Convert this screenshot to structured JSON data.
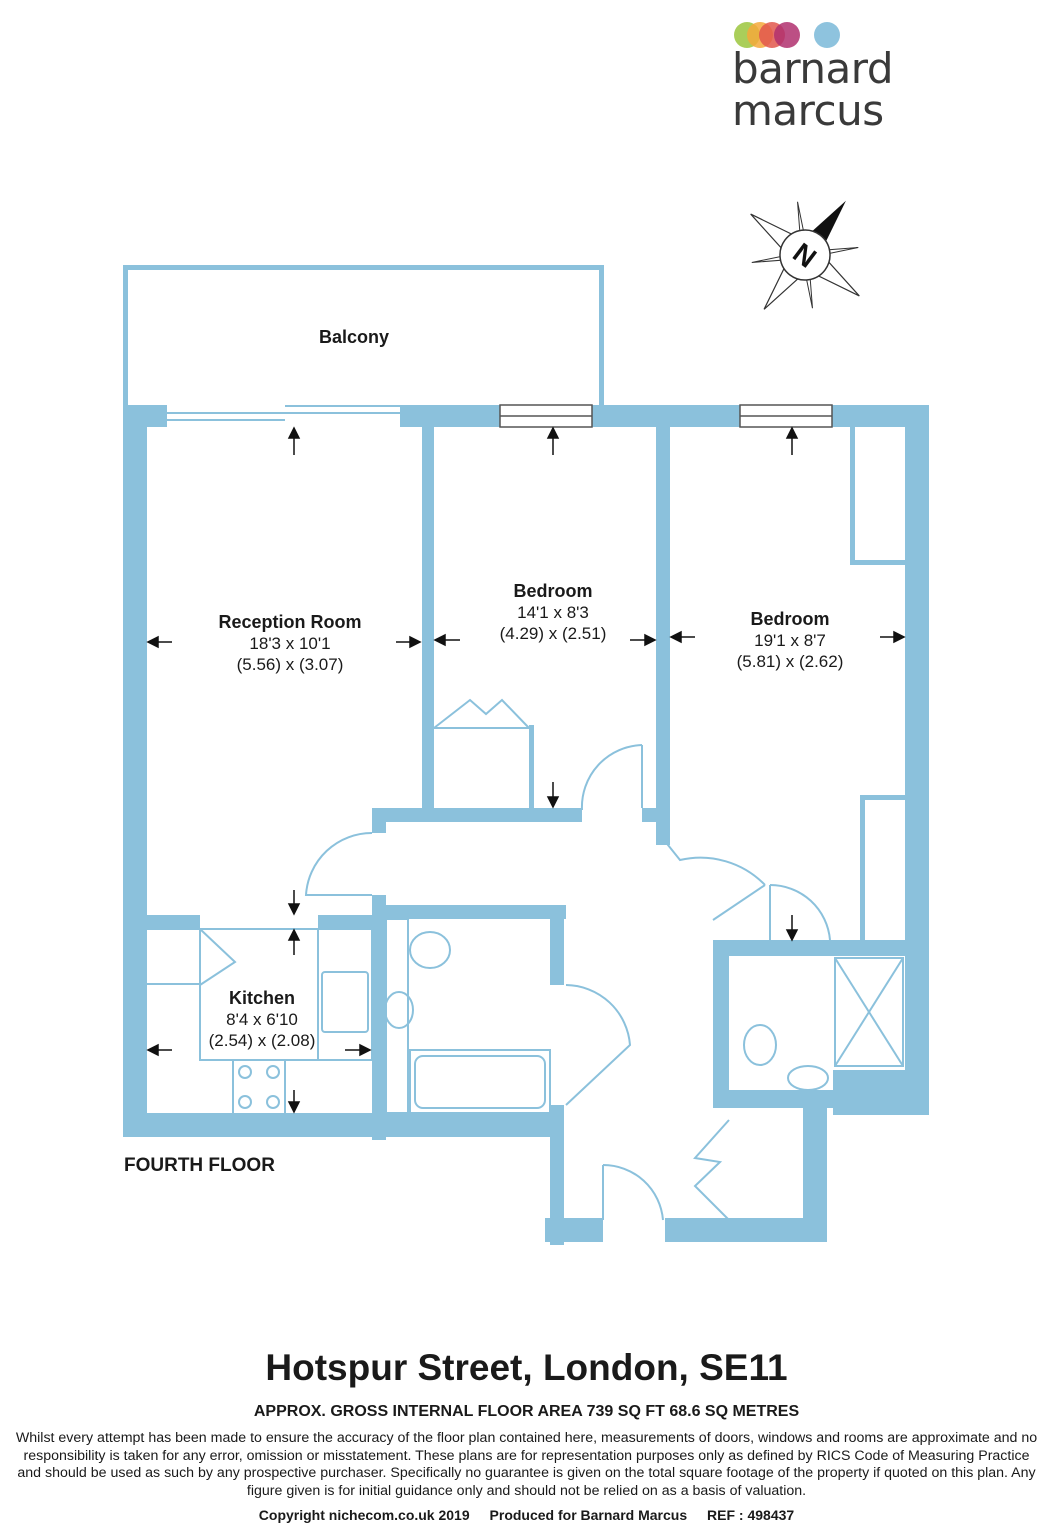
{
  "brand": {
    "name": "barnard marcus",
    "dot_colors": [
      "#9bc53d",
      "#f4a93b",
      "#e2574c",
      "#b0306e",
      "#8ec3de"
    ]
  },
  "compass": {
    "label": "N",
    "icon": "north-compass-icon"
  },
  "colors": {
    "wall": "#8bc1dc",
    "line": "#8bc1dc",
    "text": "#1a1a1a"
  },
  "rooms": {
    "balcony": {
      "name": "Balcony"
    },
    "reception": {
      "name": "Reception Room",
      "imperial": "18'3 x 10'1",
      "metric": "(5.56) x (3.07)"
    },
    "bedroom1": {
      "name": "Bedroom",
      "imperial": "14'1 x 8'3",
      "metric": "(4.29) x (2.51)"
    },
    "bedroom2": {
      "name": "Bedroom",
      "imperial": "19'1 x 8'7",
      "metric": "(5.81) x (2.62)"
    },
    "kitchen": {
      "name": "Kitchen",
      "imperial": "8'4 x 6'10",
      "metric": "(2.54) x (2.08)"
    }
  },
  "floor_label": "FOURTH FLOOR",
  "title": "Hotspur Street, London, SE11",
  "area": "APPROX. GROSS INTERNAL FLOOR AREA 739 SQ FT 68.6 SQ METRES",
  "disclaimer": "Whilst every attempt has been made to ensure the accuracy of the floor plan contained here, measurements of doors, windows and rooms are approximate and no responsibility is taken for any error, omission or misstatement. These plans are for representation purposes only as defined by RICS Code of Measuring Practice and should be used as such by any prospective purchaser.  Specifically no guarantee is given on the total square footage of the property if quoted on this plan. Any figure given is for initial guidance only and should not be relied on as a basis of valuation.",
  "footer": {
    "copyright": "Copyright nichecom.co.uk 2019",
    "produced": "Produced for Barnard Marcus",
    "ref": "REF : 498437"
  }
}
